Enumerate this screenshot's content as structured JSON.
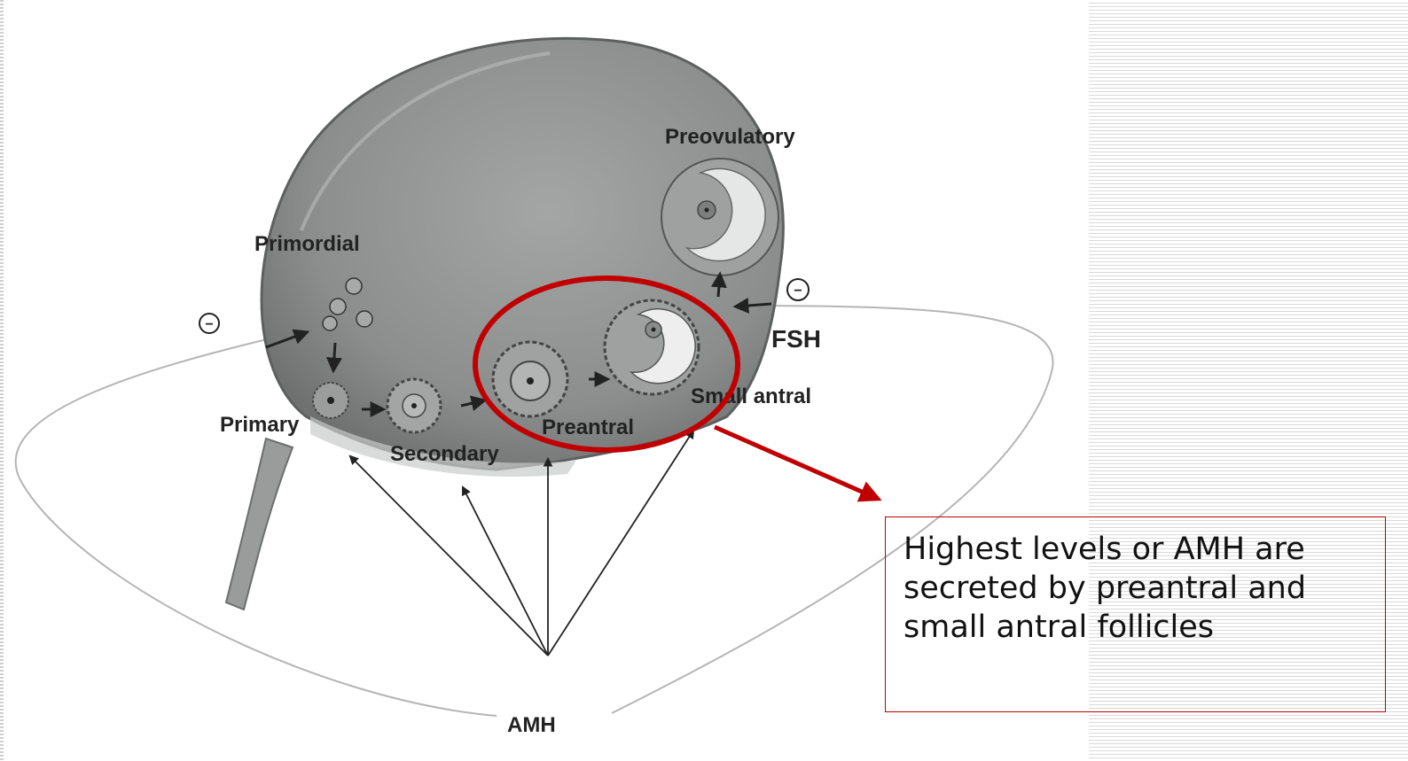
{
  "labels": {
    "preovulatory": "Preovulatory",
    "primordial": "Primordial",
    "primary": "Primary",
    "secondary": "Secondary",
    "preantral": "Preantral",
    "small_antral": "Small antral",
    "fsh": "FSH",
    "amh": "AMH",
    "inhibit_symbol": "−"
  },
  "callout": {
    "text": "Highest levels or AMH are secreted by preantral and small antral follicles",
    "border_color": "#c00000"
  },
  "colors": {
    "highlight": "#c00000",
    "ovary": "#8e9090"
  }
}
